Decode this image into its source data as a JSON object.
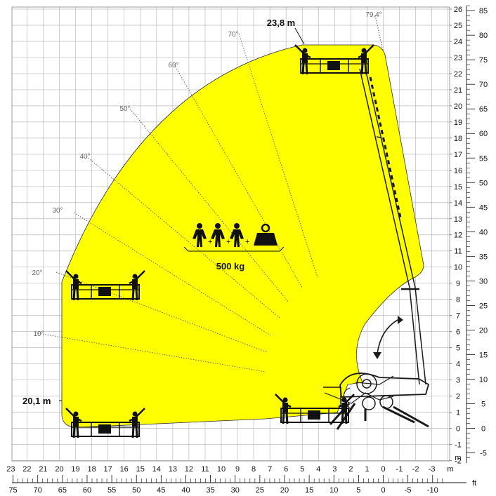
{
  "x_ticks_m": [
    "23",
    "22",
    "21",
    "20",
    "19",
    "18",
    "17",
    "16",
    "15",
    "14",
    "13",
    "12",
    "11",
    "10",
    "9",
    "8",
    "7",
    "6",
    "5",
    "4",
    "3",
    "2",
    "1",
    "0",
    "-1",
    "-2",
    "-3"
  ],
  "x_unit_m": "m",
  "x_ticks_ft": [
    "75",
    "70",
    "65",
    "60",
    "55",
    "50",
    "45",
    "40",
    "35",
    "30",
    "25",
    "20",
    "15",
    "10",
    "5",
    "0",
    "-5",
    "-10"
  ],
  "x_unit_ft": "ft",
  "y_ticks_m": [
    "26",
    "25",
    "24",
    "23",
    "22",
    "21",
    "20",
    "19",
    "18",
    "17",
    "16",
    "15",
    "14",
    "13",
    "12",
    "11",
    "10",
    "9",
    "8",
    "7",
    "6",
    "5",
    "4",
    "3",
    "2",
    "1",
    "0",
    "-1",
    "-2"
  ],
  "y_unit_m": "m",
  "y_ticks_ft": [
    "85",
    "80",
    "75",
    "70",
    "65",
    "60",
    "55",
    "50",
    "45",
    "40",
    "35",
    "30",
    "25",
    "20",
    "15",
    "10",
    "5",
    "0",
    "-5"
  ],
  "angles": [
    "10°",
    "20°",
    "30°",
    "40°",
    "50°",
    "60°",
    "70°",
    "79,4°"
  ],
  "max_height_label": "23,8 m",
  "max_outreach_label": "20,1 m",
  "load_label": "500 kg",
  "colors": {
    "envelope": "#ffff00",
    "grid": "#bbbbbb",
    "ink": "#1a1a1a",
    "dotted": "#555555"
  }
}
